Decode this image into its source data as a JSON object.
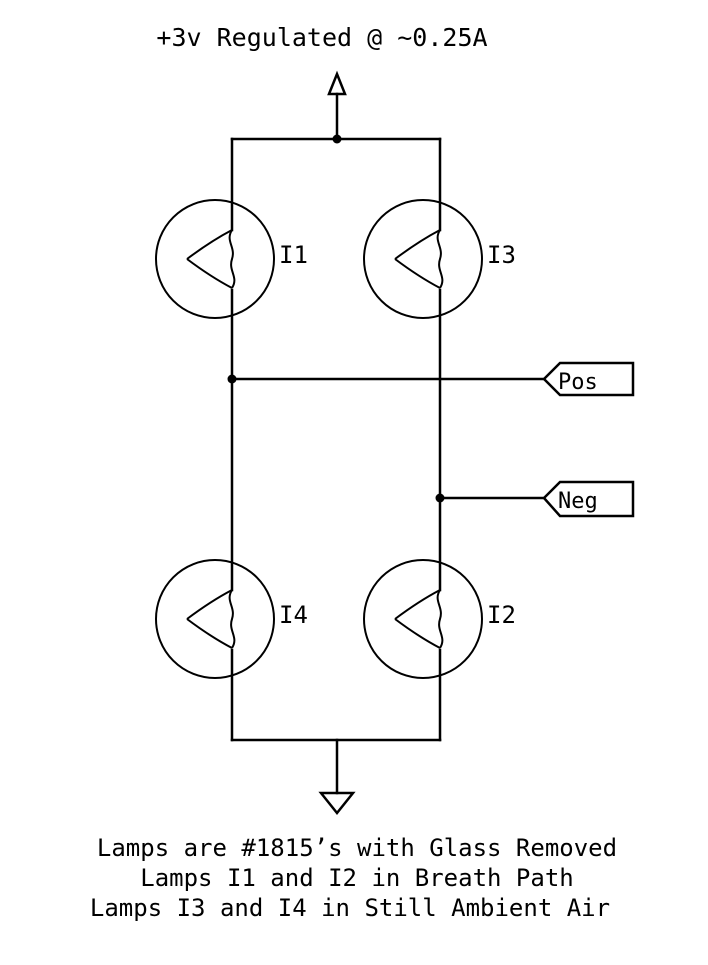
{
  "title": "+3v Regulated @ ~0.25A",
  "lamps": [
    {
      "ref": "I1"
    },
    {
      "ref": "I3"
    },
    {
      "ref": "I4"
    },
    {
      "ref": "I2"
    }
  ],
  "ports": {
    "pos": "Pos",
    "neg": "Neg"
  },
  "notes": [
    "Lamps are #1815’s with Glass Removed",
    "Lamps I1 and I2 in Breath Path",
    "Lamps I3 and I4 in Still Ambient Air"
  ]
}
